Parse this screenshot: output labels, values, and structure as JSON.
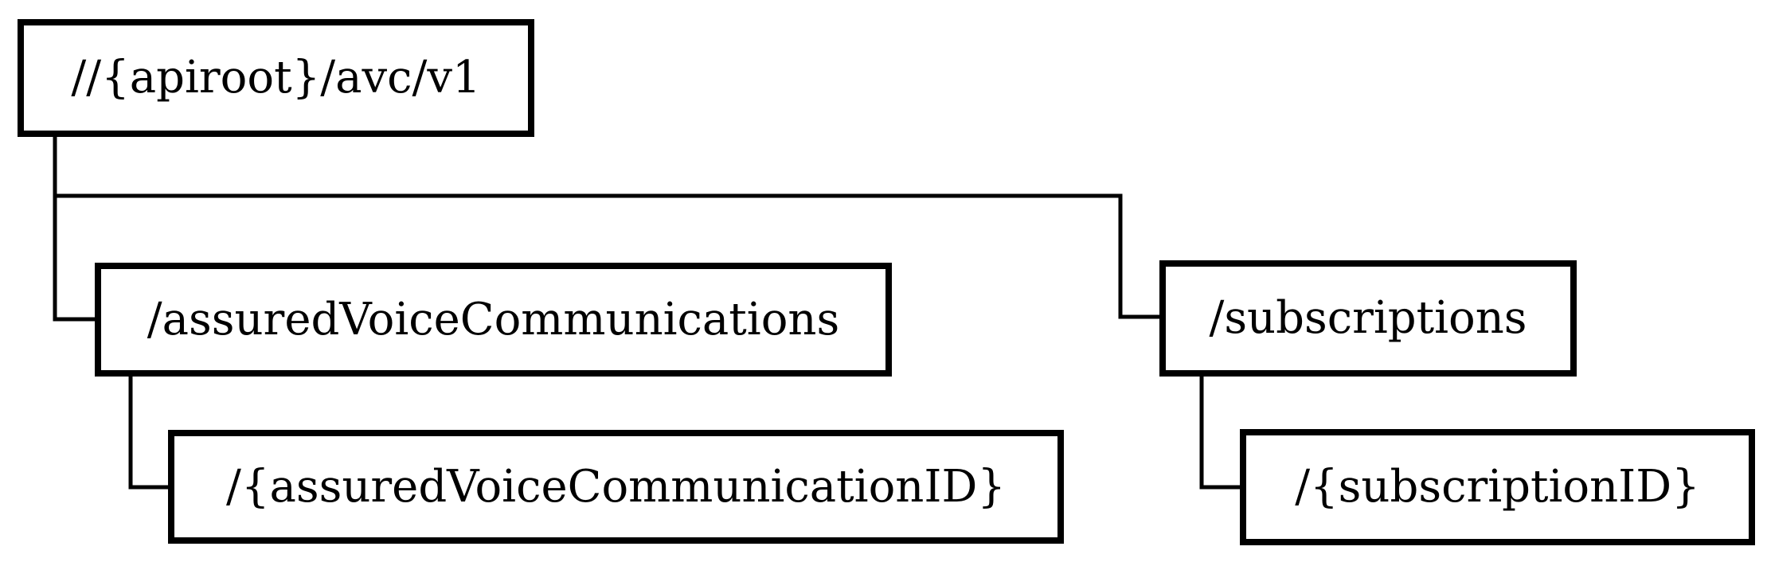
{
  "diagram": {
    "type": "resource-tree",
    "line_color": "#000000",
    "box_border_color": "#000000",
    "nodes": {
      "root": "//{apiroot}/avc/v1",
      "assured_voice_communications": "/assuredVoiceCommunications",
      "assured_voice_communication_id": "/{assuredVoiceCommunicationID}",
      "subscriptions": "/subscriptions",
      "subscription_id": "/{subscriptionID}"
    },
    "edges": [
      {
        "from": "root",
        "to": "assured_voice_communications"
      },
      {
        "from": "root",
        "to": "subscriptions"
      },
      {
        "from": "assured_voice_communications",
        "to": "assured_voice_communication_id"
      },
      {
        "from": "subscriptions",
        "to": "subscription_id"
      }
    ]
  }
}
